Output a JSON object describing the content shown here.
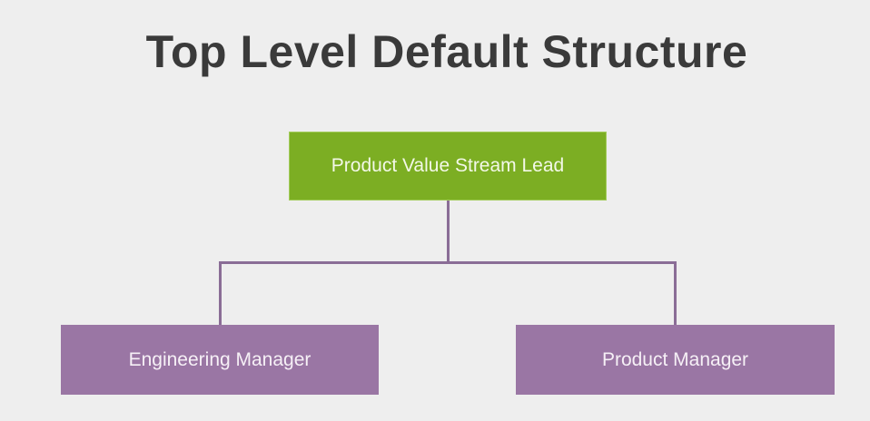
{
  "title": "Top Level Default Structure",
  "nodes": {
    "root": {
      "label": "Product Value Stream Lead",
      "color": "#7cae23"
    },
    "children": [
      {
        "label": "Engineering Manager",
        "color": "#9a76a4"
      },
      {
        "label": "Product Manager",
        "color": "#9a76a4"
      }
    ]
  },
  "connector_color": "#8a6d96"
}
